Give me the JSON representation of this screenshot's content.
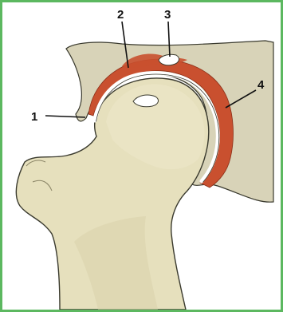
{
  "labels": [
    {
      "id": "1",
      "text": "1"
    },
    {
      "id": "2",
      "text": "2"
    },
    {
      "id": "3",
      "text": "3"
    },
    {
      "id": "4",
      "text": "4"
    }
  ],
  "colors": {
    "frame": "#5cb860",
    "pelvis": "#d8d3b8",
    "bone": "#e6e0bd",
    "bone_shadow": "#c9c29c",
    "joint_space": "#ffffff",
    "inflamed_tissue": "#c9502f",
    "outline": "#3a3a2e"
  }
}
